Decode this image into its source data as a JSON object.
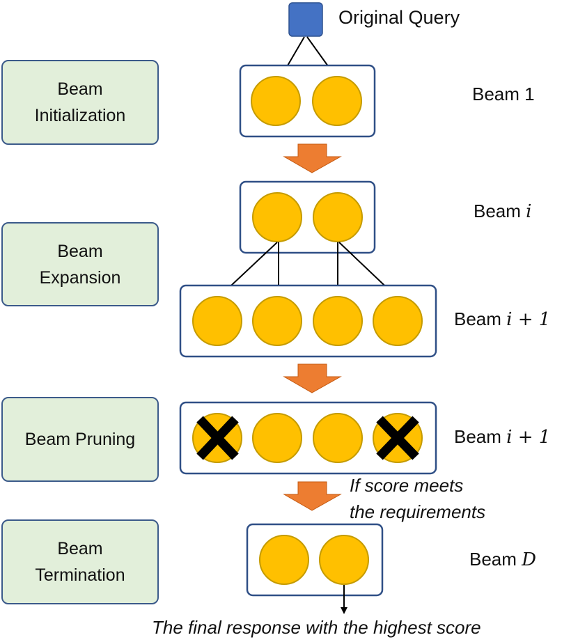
{
  "query_label": "Original Query",
  "stages": [
    {
      "line1": "Beam",
      "line2": "Initialization"
    },
    {
      "line1": "Beam",
      "line2": "Expansion"
    },
    {
      "line1": "Beam Pruning"
    },
    {
      "line1": "Beam",
      "line2": "Termination"
    }
  ],
  "beam_labels": [
    {
      "prefix": "Beam ",
      "var": "1"
    },
    {
      "prefix": "Beam ",
      "var": "i"
    },
    {
      "prefix": "Beam ",
      "var": "i + 1"
    },
    {
      "prefix": "Beam ",
      "var": "i + 1"
    },
    {
      "prefix": "Beam ",
      "var": "D"
    }
  ],
  "condition_note": {
    "line1": "If score meets",
    "line2": "the requirements"
  },
  "final_note": "The final response with the highest score",
  "colors": {
    "query_square": "#4472c4",
    "node_fill": "#ffc000",
    "node_stroke": "#c59b00",
    "box_stroke": "#2f4f86",
    "stage_fill": "#e2efda",
    "flow_arrow": "#ed7d31",
    "cross": "#000000"
  },
  "icons": {
    "flow": "down-arrow-icon",
    "pruned": "x-mark-icon"
  }
}
